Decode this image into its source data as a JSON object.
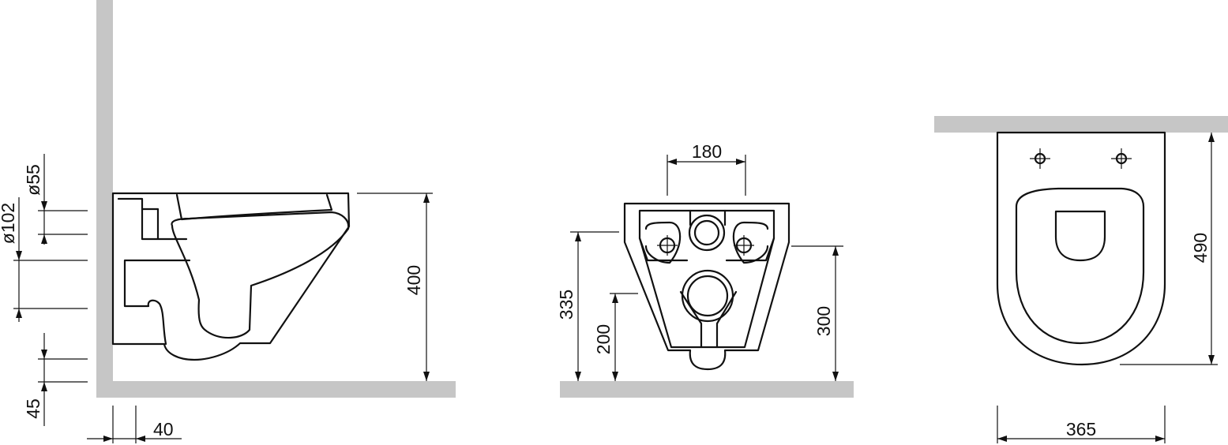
{
  "side_view": {
    "phi55": "ø55",
    "phi102": "ø102",
    "offset_45": "45",
    "offset_40": "40",
    "height_400": "400"
  },
  "front_view": {
    "spacing_180": "180",
    "height_335": "335",
    "height_200": "200",
    "height_300": "300"
  },
  "top_view": {
    "depth_490": "490",
    "width_365": "365"
  },
  "colors": {
    "wall": "#c6c6c6",
    "line": "#111111",
    "background": "#ffffff"
  }
}
